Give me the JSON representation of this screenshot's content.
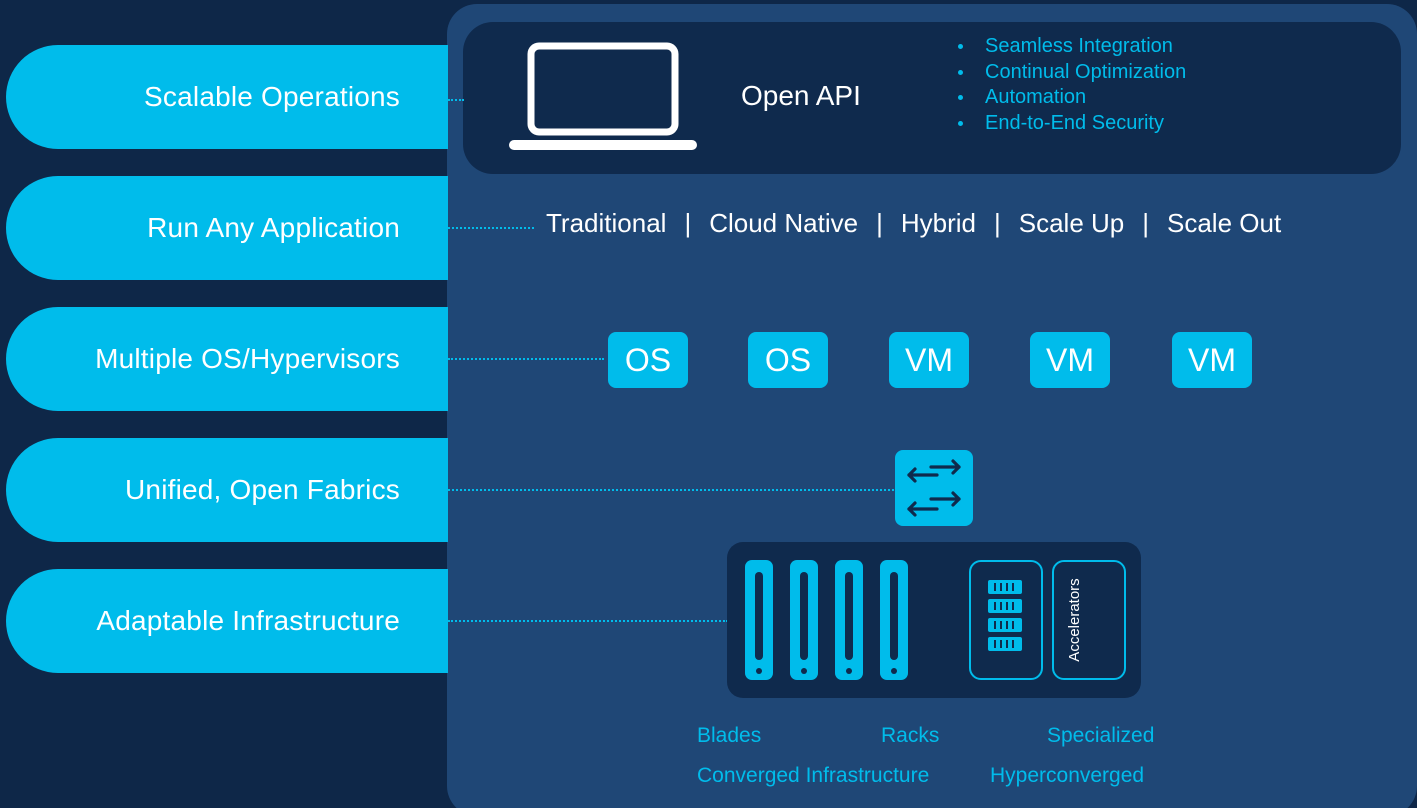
{
  "capabilities": [
    {
      "label": "Scalable Operations"
    },
    {
      "label": "Run Any Application"
    },
    {
      "label": "Multiple OS/Hypervisors"
    },
    {
      "label": "Unified, Open Fabrics"
    },
    {
      "label": "Adaptable Infrastructure"
    }
  ],
  "api": {
    "label": "Open API",
    "bullets": [
      "Seamless Integration",
      "Continual Optimization",
      "Automation",
      "End-to-End Security"
    ]
  },
  "applications": [
    "Traditional",
    "Cloud Native",
    "Hybrid",
    "Scale Up",
    "Scale Out"
  ],
  "applications_separator": "|",
  "os_boxes": [
    "OS",
    "OS",
    "VM",
    "VM",
    "VM"
  ],
  "infrastructure": {
    "accelerators_label": "Accelerators",
    "captions": {
      "blades": "Blades",
      "racks": "Racks",
      "specialized": "Specialized",
      "converged": "Converged Infrastructure",
      "hyperconverged": "Hyperconverged"
    }
  },
  "icons": {
    "laptop": "laptop-icon",
    "switch": "fabric-switch-icon",
    "storage": "storage-drives-icon"
  },
  "colors": {
    "background": "#0e2748",
    "panel": "#1f4776",
    "panel_dark": "#0f2a4d",
    "accent": "#00bceb",
    "text": "#ffffff"
  }
}
